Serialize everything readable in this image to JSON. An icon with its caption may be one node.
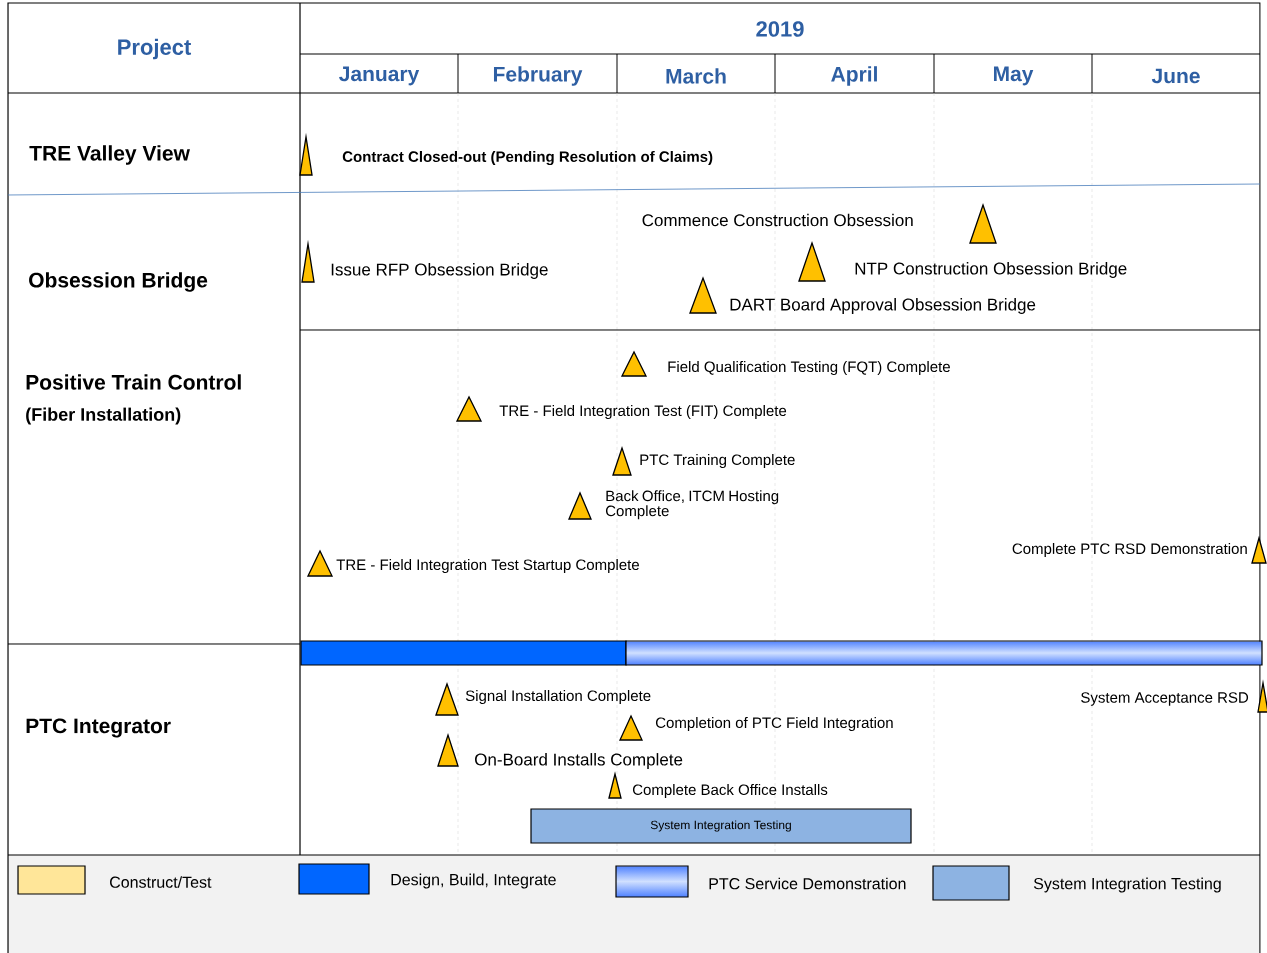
{
  "diagram": {
    "nodes": [
      {
        "text": [],
        "shape": "triangle",
        "beside": [
          "Contract Closed-out (Pending Resolution of Claims)"
        ]
      },
      {
        "text": [],
        "shape": "triangle"
      },
      {
        "text": [],
        "shape": "triangle",
        "beside": [
          "Issue RFP Obsession Bridge"
        ]
      },
      {
        "text": [],
        "shape": "triangle",
        "beside": [
          "NTP Construction Obsession Bridge"
        ]
      },
      {
        "text": [],
        "shape": "triangle",
        "beside": [
          "DART Board Approval Obsession Bridge"
        ]
      },
      {
        "text": [],
        "shape": "triangle",
        "beside": [
          "Field Qualification Testing (FQT) Complete"
        ]
      },
      {
        "text": [],
        "shape": "triangle",
        "beside": [
          "TRE - Field Integration Test (FIT) Complete"
        ]
      },
      {
        "text": [],
        "shape": "triangle",
        "beside": [
          "PTC Training Complete"
        ]
      },
      {
        "text": [],
        "shape": "triangle",
        "beside": [
          "Back Office, ITCM Hosting Complete"
        ]
      },
      {
        "text": [],
        "shape": "triangle",
        "beside": [
          "TRE - Field Integration Test Startup Complete"
        ]
      },
      {
        "text": [],
        "shape": "triangle",
        "beside": [
          "Complete PTC RSD Demonstration"
        ]
      },
      {
        "text": [],
        "shape": "bar"
      },
      {
        "text": [],
        "shape": "bar"
      },
      {
        "text": [],
        "shape": "triangle",
        "beside": [
          "Signal Installation Complete"
        ]
      },
      {
        "text": [],
        "shape": "triangle",
        "beside": [
          "System Acceptance RSD"
        ]
      },
      {
        "text": [],
        "shape": "triangle",
        "beside": [
          "Completion of PTC Field Integration"
        ]
      },
      {
        "text": [],
        "shape": "triangle"
      },
      {
        "text": [],
        "shape": "triangle",
        "beside": [
          "Complete Back Office Installs"
        ]
      },
      {
        "text": [
          "System Integration Testing"
        ]
      }
    ],
    "labels": [
      "Project",
      "2019",
      "January",
      "February",
      "March",
      "April",
      "May",
      "June",
      "TRE Valley View",
      "Obsession Bridge",
      "Positive Train Control",
      "(Fiber Installation)",
      "PTC Integrator",
      "Commence Construction Obsession",
      "On-Board Installs Complete"
    ],
    "legend": [
      {
        "text": "Construct/Test",
        "color": "#ffe699"
      },
      {
        "text": "Design, Build, Integrate",
        "color": "#0066ff"
      },
      {
        "text": "PTC Service  Demonstration"
      },
      {
        "text": "System Integration Testing",
        "color": "#8db3e2"
      }
    ]
  }
}
